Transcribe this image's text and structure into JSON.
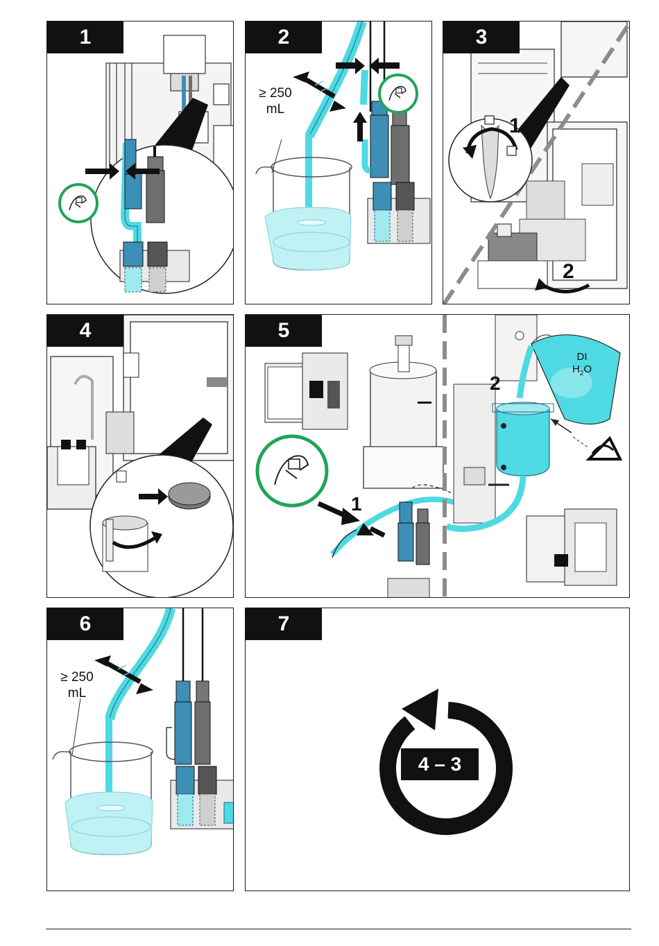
{
  "colors": {
    "water": "#4fd9e3",
    "water_light": "#bff1f5",
    "tube_blue": "#3d8fb5",
    "probe_gray": "#6e6e6e",
    "hand_circle": "#21a456",
    "dashed_divider": "#8c8c8c",
    "label_bg": "#111111"
  },
  "panels": [
    {
      "step": "1",
      "icons": [
        "magnify-callout-icon",
        "push-arrows-icon",
        "hand-pinch-icon",
        "probe-icon"
      ]
    },
    {
      "step": "2",
      "volume_line1": "≥ 250",
      "volume_line2": "mL",
      "icons": [
        "beaker-icon",
        "shake-arrow-icon",
        "hand-pinch-icon"
      ]
    },
    {
      "step": "3",
      "sub1": "1",
      "sub2": "2",
      "icons": [
        "unlock-knob-icon",
        "rotate-arrow-icon",
        "dashed-divider"
      ]
    },
    {
      "step": "4",
      "icons": [
        "magnify-callout-icon",
        "cap-icon",
        "rotate-arrow-icon"
      ]
    },
    {
      "step": "5",
      "sub1": "1",
      "sub2": "2",
      "di_line1": "DI",
      "di_line2_main": "H",
      "di_line2_sub": "2",
      "di_line2_end": "O",
      "icons": [
        "hand-pinch-icon",
        "pour-beaker-icon",
        "eye-icon",
        "dashed-divider"
      ]
    },
    {
      "step": "6",
      "volume_line1": "≥ 250",
      "volume_line2": "mL",
      "icons": [
        "beaker-icon",
        "shake-arrow-icon",
        "probe-icon"
      ]
    },
    {
      "step": "7",
      "repeat_text": "4 – 3",
      "icons": [
        "repeat-cycle-icon"
      ]
    }
  ]
}
